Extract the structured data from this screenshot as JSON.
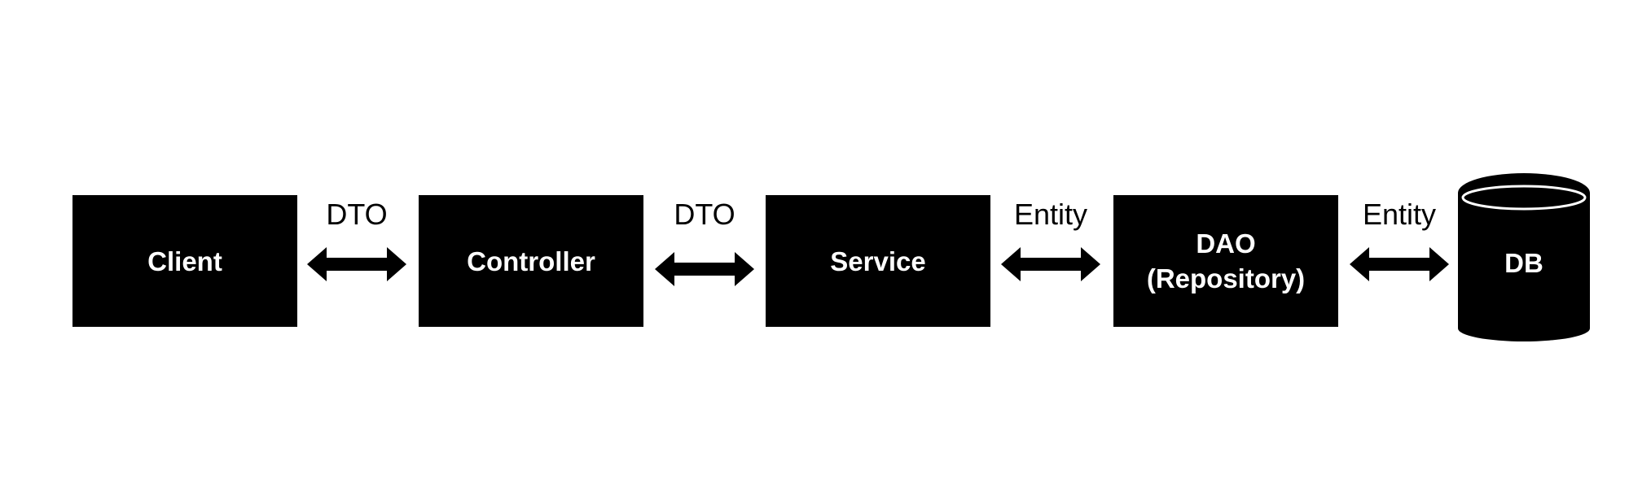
{
  "diagram": {
    "nodes": {
      "client": "Client",
      "controller": "Controller",
      "service": "Service",
      "dao_line1": "DAO",
      "dao_line2": "(Repository)",
      "db": "DB"
    },
    "edges": {
      "client_controller": "DTO",
      "controller_service": "DTO",
      "service_dao": "Entity",
      "dao_db": "Entity"
    }
  }
}
